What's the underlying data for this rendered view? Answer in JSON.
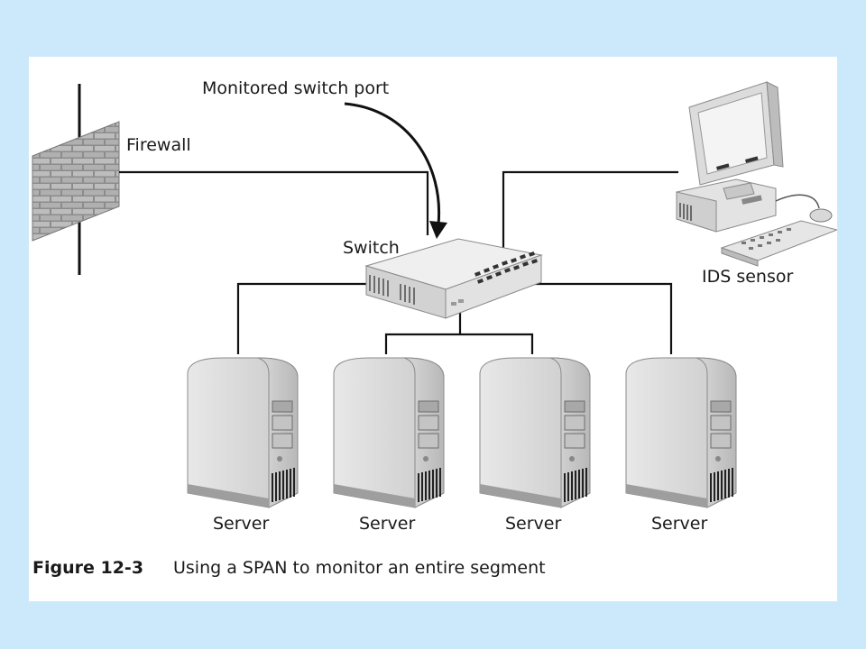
{
  "labels": {
    "monitored_port": "Monitored switch port",
    "firewall": "Firewall",
    "switch": "Switch",
    "ids_sensor": "IDS sensor",
    "servers": [
      "Server",
      "Server",
      "Server",
      "Server"
    ]
  },
  "caption": {
    "number": "Figure 12-3",
    "text": "Using a SPAN to monitor an entire segment"
  },
  "colors": {
    "background": "#cce9fb",
    "panel": "#ffffff",
    "brick": "#9a9a9a"
  }
}
